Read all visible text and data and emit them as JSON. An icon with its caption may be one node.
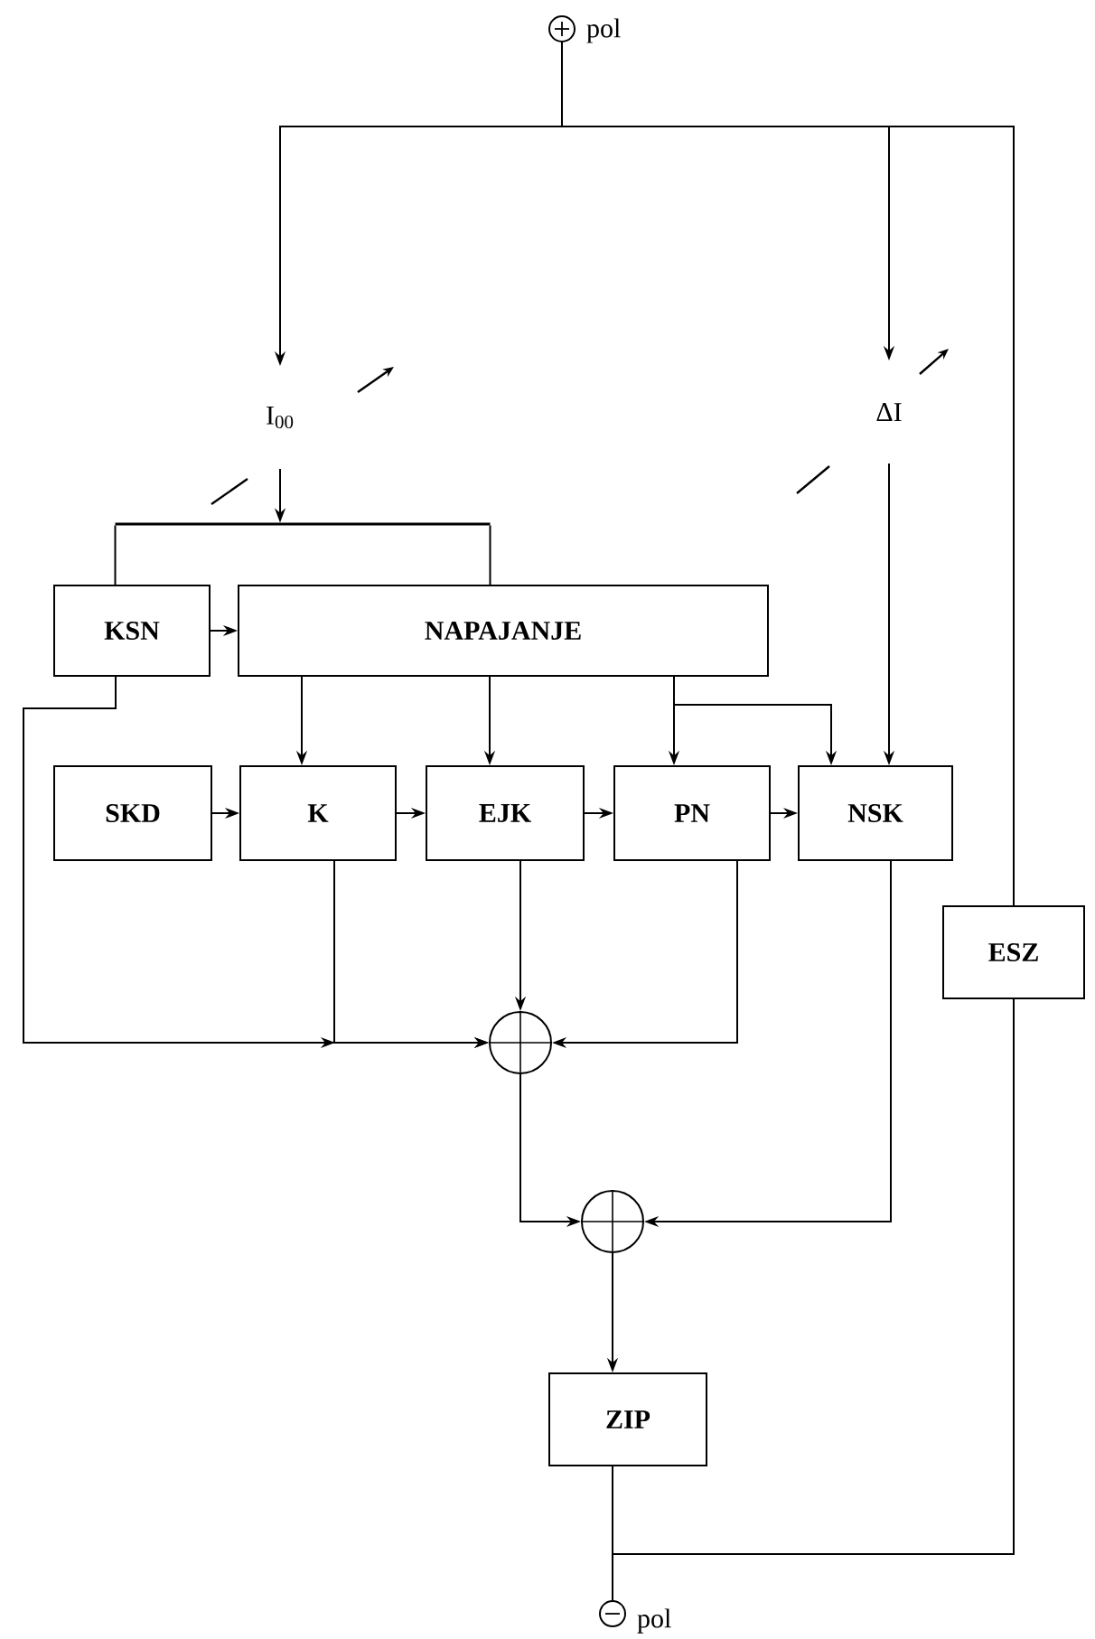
{
  "diagram": {
    "nodes": [
      {
        "text": [],
        "shape": "circle",
        "beside": [
          "pol"
        ]
      },
      {
        "text": [
          "I$_{00}$"
        ]
      },
      {
        "text": [
          "ΔI"
        ]
      },
      {
        "text": [
          "KSN"
        ]
      },
      {
        "text": [
          "NAPAJANJE"
        ]
      },
      {
        "text": [
          "SKD"
        ]
      },
      {
        "text": [
          "K"
        ]
      },
      {
        "text": [
          "EJK"
        ]
      },
      {
        "text": [
          "PN"
        ]
      },
      {
        "text": [
          "NSK"
        ]
      },
      {
        "text": [
          "ESZ"
        ]
      },
      {
        "text": [],
        "shape": "circle"
      },
      {
        "text": [],
        "shape": "circle"
      },
      {
        "text": [
          "ZIP"
        ]
      },
      {
        "text": [],
        "shape": "circle",
        "beside": [
          "pol"
        ]
      },
      {
        "text": [],
        "shape": "bar"
      }
    ],
    "edges": [
      {
        "from": 0,
        "to": 1,
        "arrow": "to"
      },
      {
        "from": 0,
        "to": 2,
        "arrow": "to"
      },
      {
        "from": 0,
        "to": 10,
        "arrow": "none"
      },
      {
        "from": 10,
        "to": 14,
        "arrow": "none"
      },
      {
        "from": 1,
        "to": 15,
        "arrow": "to"
      },
      {
        "from": 15,
        "to": 3,
        "arrow": "none"
      },
      {
        "from": 15,
        "to": 4,
        "arrow": "none"
      },
      {
        "from": 3,
        "to": 4,
        "arrow": "to"
      },
      {
        "from": 4,
        "to": 6,
        "arrow": "to"
      },
      {
        "from": 4,
        "to": 7,
        "arrow": "to"
      },
      {
        "from": 4,
        "to": 8,
        "arrow": "to"
      },
      {
        "from": 4,
        "to": 9,
        "arrow": "to"
      },
      {
        "from": 2,
        "to": 9,
        "arrow": "to"
      },
      {
        "from": 5,
        "to": 6,
        "arrow": "to"
      },
      {
        "from": 6,
        "to": 7,
        "arrow": "to"
      },
      {
        "from": 7,
        "to": 8,
        "arrow": "to"
      },
      {
        "from": 8,
        "to": 9,
        "arrow": "to"
      },
      {
        "from": 3,
        "to": 11,
        "arrow": "to"
      },
      {
        "from": 6,
        "to": 11,
        "arrow": "to"
      },
      {
        "from": 7,
        "to": 11,
        "arrow": "to"
      },
      {
        "from": 8,
        "to": 11,
        "arrow": "to"
      },
      {
        "from": 11,
        "to": 12,
        "arrow": "to"
      },
      {
        "from": 9,
        "to": 12,
        "arrow": "to"
      },
      {
        "from": 12,
        "to": 13,
        "arrow": "to"
      },
      {
        "from": 13,
        "to": 14,
        "arrow": "none"
      }
    ]
  }
}
